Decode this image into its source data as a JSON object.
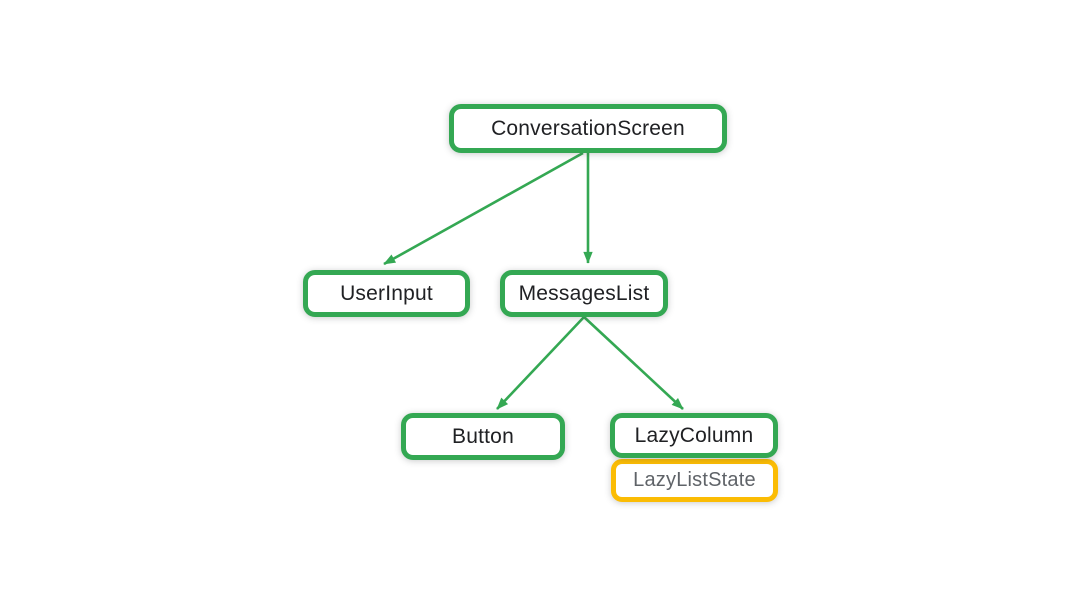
{
  "diagram": {
    "type": "component-tree",
    "nodes": [
      {
        "id": "conversationscreen",
        "label": "ConversationScreen",
        "variant": "composable"
      },
      {
        "id": "userinput",
        "label": "UserInput",
        "variant": "composable"
      },
      {
        "id": "messageslist",
        "label": "MessagesList",
        "variant": "composable"
      },
      {
        "id": "button",
        "label": "Button",
        "variant": "composable"
      },
      {
        "id": "lazycolumn",
        "label": "LazyColumn",
        "variant": "composable"
      },
      {
        "id": "lazyliststate",
        "label": "LazyListState",
        "variant": "state"
      }
    ],
    "edges": [
      {
        "from": "conversationscreen",
        "to": "userinput"
      },
      {
        "from": "conversationscreen",
        "to": "messageslist"
      },
      {
        "from": "messageslist",
        "to": "button"
      },
      {
        "from": "messageslist",
        "to": "lazycolumn"
      }
    ],
    "colors": {
      "green": "#34A853",
      "yellow": "#FBBC04",
      "text_dark": "#202124",
      "text_gray": "#5F6368",
      "background": "#FFFFFF"
    }
  }
}
